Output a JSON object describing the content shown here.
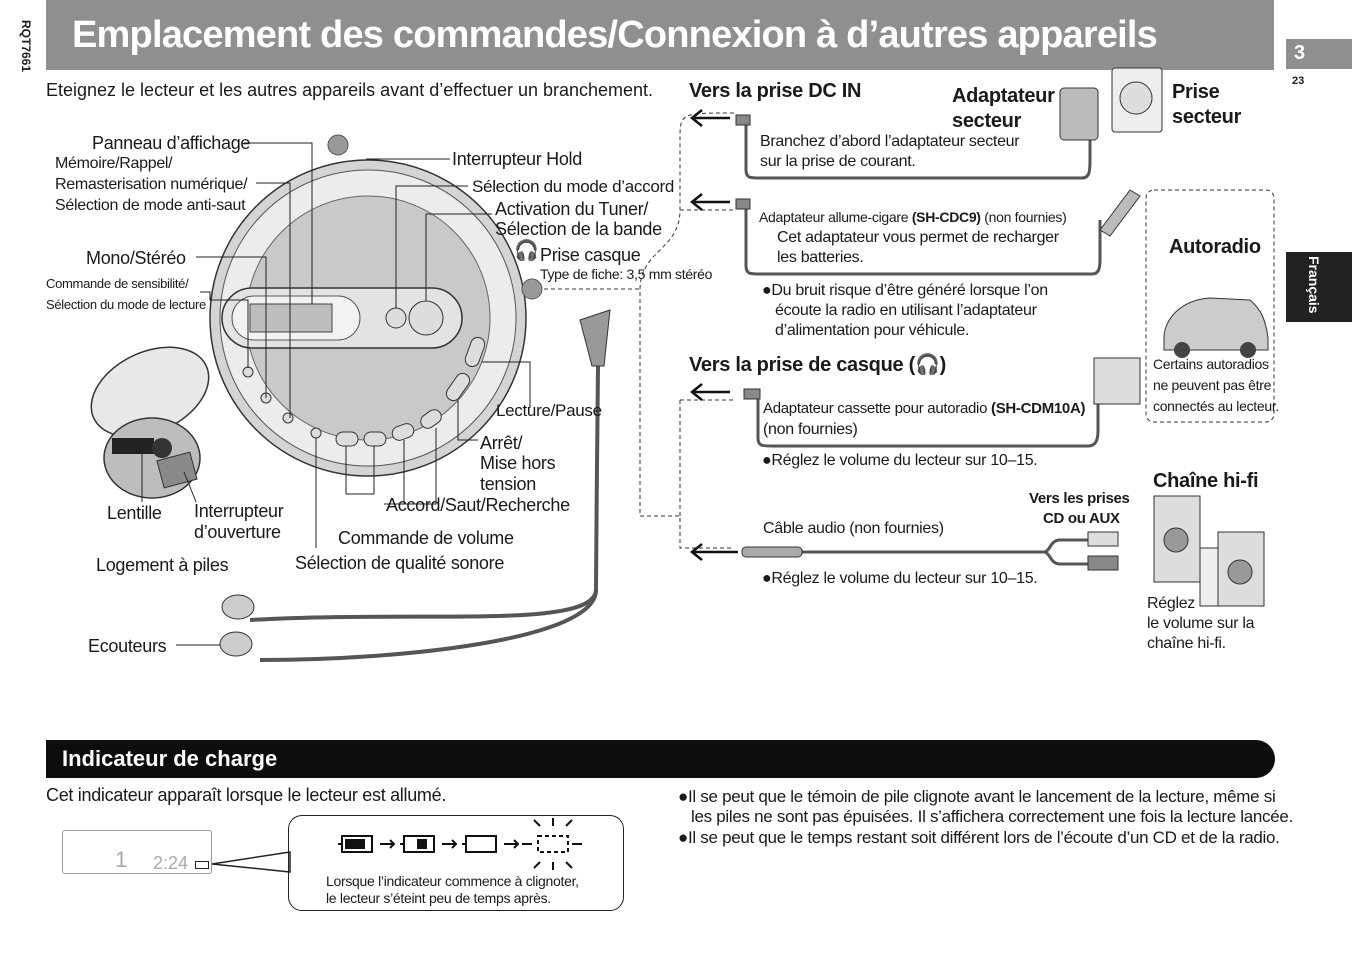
{
  "header": {
    "title": "Emplacement des commandes/Connexion à d’autres appareils",
    "doc_code": "RQT7661",
    "page_number": "3",
    "page_sub": "23",
    "language_tab": "Français"
  },
  "intro": "Eteignez le lecteur et les autres appareils avant d’effectuer un branchement.",
  "controls": {
    "panneau": "Panneau d’affichage",
    "memoire1": "Mémoire/Rappel/",
    "memoire2": "Remasterisation numérique/",
    "memoire3": "Sélection de mode anti-saut",
    "mono": "Mono/Stéréo",
    "commande1": "Commande de sensibilité/",
    "commande2": "Sélection du mode de lecture",
    "hold": "Interrupteur Hold",
    "accord_mode": "Sélection du mode d’accord",
    "tuner1": "Activation du Tuner/",
    "tuner2": "Sélection de la bande",
    "casque": "Prise casque",
    "fiche": "Type de fiche: 3,5 mm stéréo",
    "lecture": "Lecture/Pause",
    "arret1": "Arrêt/",
    "arret2": "Mise hors",
    "arret3": "tension",
    "accord": "Accord/Saut/Recherche",
    "volume": "Commande de volume",
    "qualite": "Sélection de qualité sonore",
    "lentille": "Lentille",
    "ouverture1": "Interrupteur",
    "ouverture2": "d’ouverture",
    "piles": "Logement à piles",
    "ecouteurs": "Ecouteurs"
  },
  "dc_in": {
    "heading": "Vers la prise DC IN",
    "adapt1": "Adaptateur",
    "adapt2": "secteur",
    "prise1": "Prise",
    "prise2": "secteur",
    "branch1": "Branchez d’abord l’adaptateur secteur",
    "branch2": "sur la prise de courant.",
    "cigare_pre": "Adaptateur allume-cigare ",
    "cigare_model": "(SH-CDC9)",
    "cigare_post": " (non fournies)",
    "recharge1": "Cet adaptateur vous permet de recharger",
    "recharge2": "les batteries.",
    "bruit1": "●Du bruit risque d’être généré lorsque l’on",
    "bruit2": "écoute la radio en utilisant l’adaptateur",
    "bruit3": "d’alimentation pour véhicule."
  },
  "autoradio": {
    "heading": "Autoradio",
    "note1": "Certains autoradios",
    "note2": "ne peuvent pas être",
    "note3": "connectés au lecteur."
  },
  "headphone": {
    "heading_pre": "Vers la prise de casque (",
    "heading_post": ")",
    "cassette_pre": "Adaptateur cassette pour autoradio ",
    "cassette_model": "(SH-CDM10A)",
    "cassette_post": "(non fournies)",
    "vol1": "●Réglez le volume du lecteur sur 10–15.",
    "cable": "Câble audio (non fournies)",
    "prises1": "Vers les prises",
    "prises2": "CD ou AUX",
    "vol2": "●Réglez le volume du lecteur sur 10–15."
  },
  "hifi": {
    "heading": "Chaîne hi-fi",
    "note1": "Réglez",
    "note2": "le volume sur la",
    "note3": "chaîne hi-fi."
  },
  "charge": {
    "heading": "Indicateur de charge",
    "intro": "Cet indicateur apparaît lorsque le lecteur est allumé.",
    "lcd_track": "1",
    "lcd_time": "2:24",
    "bubble1": "Lorsque l’indicateur commence à clignoter,",
    "bubble2": "le lecteur s’éteint peu de temps après.",
    "bullet1a": "●Il se peut que le témoin de pile clignote avant le lancement de la lecture, même si",
    "bullet1b": "les piles ne sont pas épuisées. Il s’affichera correctement une fois la lecture lancée.",
    "bullet2": "●Il se peut que le temps restant soit différent lors de l’écoute d’un CD et de la radio."
  },
  "colors": {
    "header_gray": "#8f8f8f",
    "dark": "#0d0d0d"
  }
}
